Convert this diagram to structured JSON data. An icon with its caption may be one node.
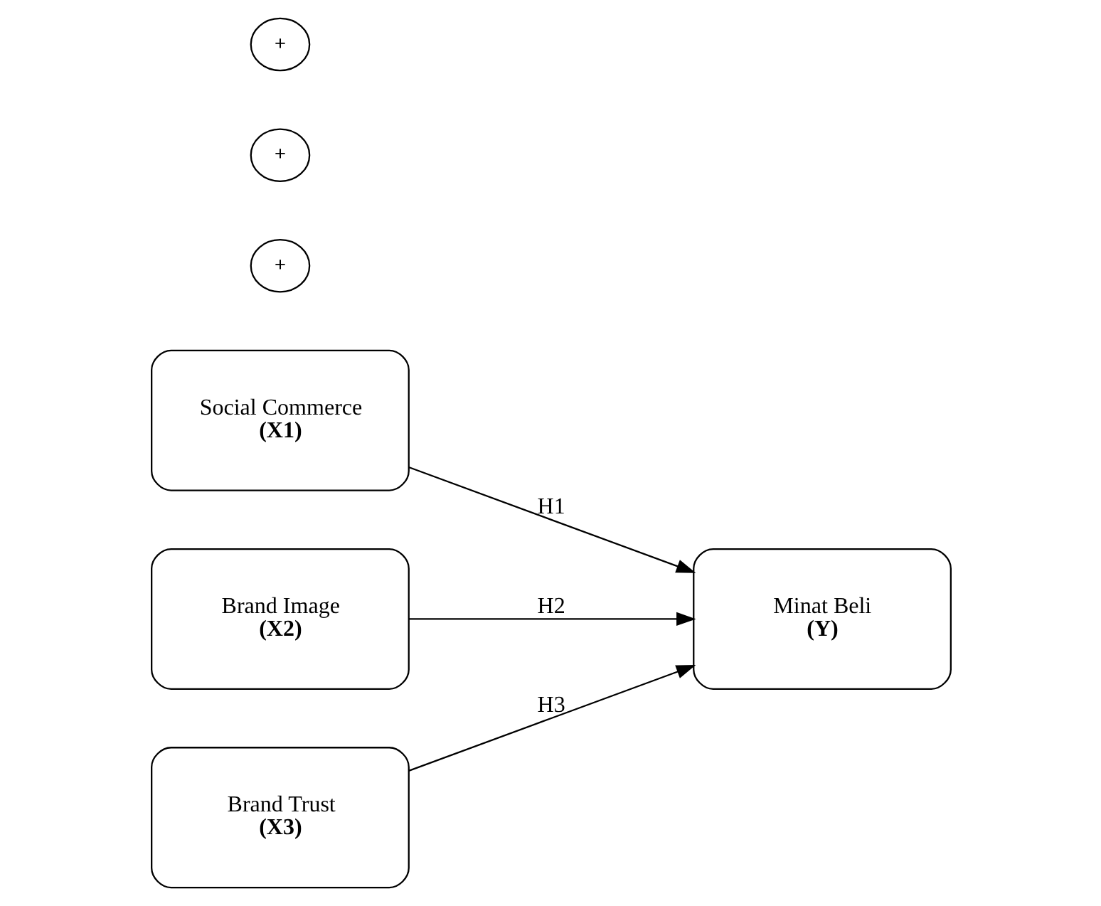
{
  "diagram": {
    "nodes": [
      {
        "text": [
          "Social Commerce",
          "(X1)"
        ]
      },
      {
        "text": [
          "+"
        ]
      },
      {
        "text": [
          "Brand Image",
          "(X2)"
        ]
      },
      {
        "text": [
          "+"
        ]
      },
      {
        "text": [
          "Minat Beli",
          "(Y)"
        ]
      },
      {
        "text": [
          "+"
        ]
      },
      {
        "text": [
          "Brand Trust",
          "(X3)"
        ]
      }
    ],
    "edges": [
      {
        "from": 0,
        "to": 4,
        "arrow": "to",
        "label": "H1"
      },
      {
        "from": 2,
        "to": 4,
        "arrow": "to",
        "label": "H2"
      },
      {
        "from": 6,
        "to": 4,
        "arrow": "to",
        "label": "H3"
      }
    ]
  }
}
